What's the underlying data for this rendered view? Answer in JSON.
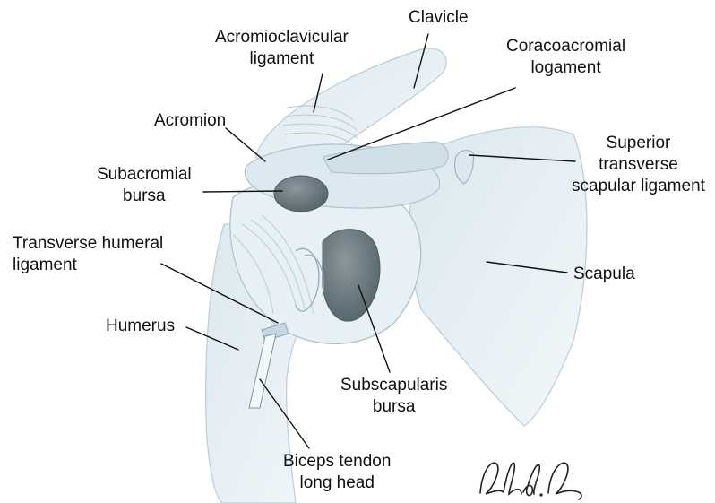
{
  "labels": {
    "clavicle": [
      "Clavicle"
    ],
    "acromioclavicular_ligament": [
      "Acromioclavicular",
      "ligament"
    ],
    "coracoacromial_ligament": [
      "Coracoacromial",
      "logament"
    ],
    "acromion": [
      "Acromion"
    ],
    "superior_transverse_scapular_ligament": [
      "Superior",
      "transverse",
      "scapular ligament"
    ],
    "subacromial_bursa": [
      "Subacromial",
      "bursa"
    ],
    "transverse_humeral_ligament": [
      "Transverse humeral",
      "ligament"
    ],
    "scapula": [
      "Scapula"
    ],
    "humerus": [
      "Humerus"
    ],
    "subscapularis_bursa": [
      "Subscapularis",
      "bursa"
    ],
    "biceps_tendon_long_head": [
      "Biceps tendon",
      "long head"
    ]
  },
  "signature": "Abd.A",
  "colors": {
    "bone": "#e3eef4",
    "bone_edge": "#b9cdd8",
    "bursa": "#6f7f86",
    "bursa_dark": "#4f5d63",
    "ligament": "#c9dbe4",
    "line": "#111111"
  }
}
